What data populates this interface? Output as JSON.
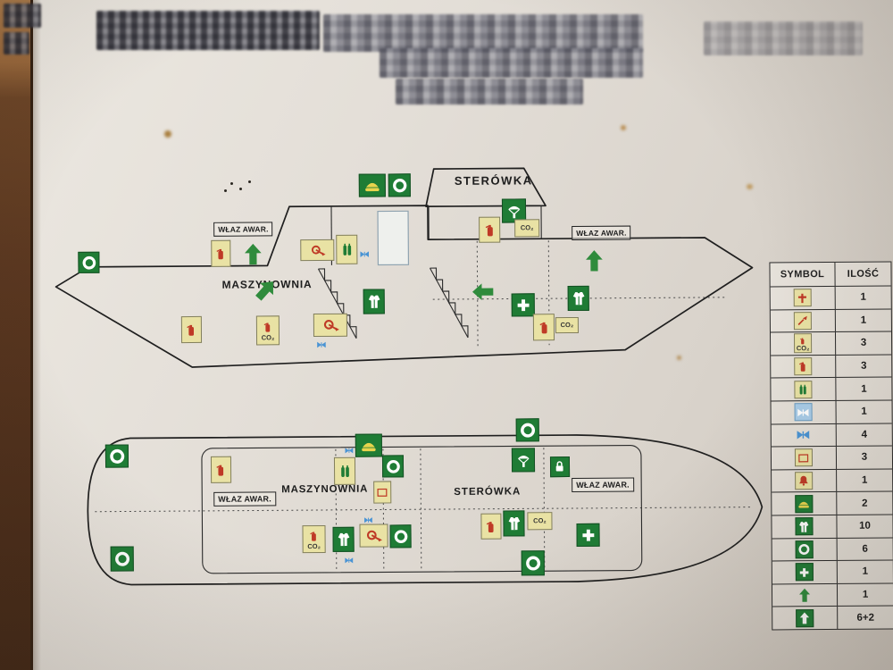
{
  "photo": {
    "labels": {
      "wheelhouse": "STERÓWKA",
      "engine_room": "MASZYNOWNIA",
      "escape_hatch": "WŁAZ AWAR.",
      "co2": "CO₂"
    },
    "legend": {
      "title_symbol": "SYMBOL",
      "title_quantity": "ILOŚĆ",
      "rows": [
        {
          "icon": "fire-hydrant",
          "quantity": "1"
        },
        {
          "icon": "fire-hose-nozzle",
          "quantity": "1"
        },
        {
          "icon": "co2-extinguisher",
          "quantity": "3"
        },
        {
          "icon": "powder-extinguisher",
          "quantity": "3"
        },
        {
          "icon": "gas-cylinders",
          "quantity": "1"
        },
        {
          "icon": "remote-valve",
          "quantity": "1"
        },
        {
          "icon": "shutoff-valve",
          "quantity": "4"
        },
        {
          "icon": "safety-sign",
          "quantity": "3"
        },
        {
          "icon": "alarm-bell",
          "quantity": "1"
        },
        {
          "icon": "liferaft",
          "quantity": "2"
        },
        {
          "icon": "lifejacket",
          "quantity": "10"
        },
        {
          "icon": "lifebuoy",
          "quantity": "6"
        },
        {
          "icon": "first-aid-kit",
          "quantity": "1"
        },
        {
          "icon": "assembly-arrow",
          "quantity": "1"
        },
        {
          "icon": "emergency-exit-arrow",
          "quantity": "6+2"
        }
      ]
    },
    "colors": {
      "symbol_yellow": "#e9e2a4",
      "symbol_green": "#1f7c35",
      "valve_blue": "#4a94d4",
      "extinguisher_red": "#bf3a26"
    }
  }
}
